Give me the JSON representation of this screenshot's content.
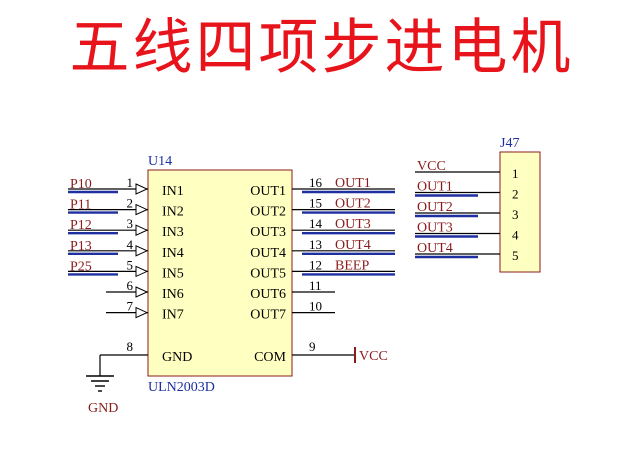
{
  "title": "五线四项步进电机",
  "colors": {
    "title": "#e8141c",
    "net_label": "#8b1a1a",
    "designator": "#1e2fa0",
    "wire": "#1e2fa0",
    "body_fill": "#ffffc2",
    "body_stroke": "#8b1a1a",
    "pin_text": "#000000"
  },
  "u14": {
    "designator": "U14",
    "part": "ULN2003D",
    "left_pins": [
      {
        "num": "1",
        "name": "IN1",
        "net": "P10"
      },
      {
        "num": "2",
        "name": "IN2",
        "net": "P11"
      },
      {
        "num": "3",
        "name": "IN3",
        "net": "P12"
      },
      {
        "num": "4",
        "name": "IN4",
        "net": "P13"
      },
      {
        "num": "5",
        "name": "IN5",
        "net": "P25"
      },
      {
        "num": "6",
        "name": "IN6",
        "net": ""
      },
      {
        "num": "7",
        "name": "IN7",
        "net": ""
      }
    ],
    "right_pins": [
      {
        "num": "16",
        "name": "OUT1",
        "net": "OUT1"
      },
      {
        "num": "15",
        "name": "OUT2",
        "net": "OUT2"
      },
      {
        "num": "14",
        "name": "OUT3",
        "net": "OUT3"
      },
      {
        "num": "13",
        "name": "OUT4",
        "net": "OUT4"
      },
      {
        "num": "12",
        "name": "OUT5",
        "net": "BEEP"
      },
      {
        "num": "11",
        "name": "OUT6",
        "net": ""
      },
      {
        "num": "10",
        "name": "OUT7",
        "net": ""
      }
    ],
    "gnd_pin": {
      "num": "8",
      "name": "GND"
    },
    "com_pin": {
      "num": "9",
      "name": "COM"
    },
    "gnd_label": "GND",
    "vcc_label": "VCC"
  },
  "j47": {
    "designator": "J47",
    "pins": [
      {
        "num": "1",
        "net": "VCC"
      },
      {
        "num": "2",
        "net": "OUT1"
      },
      {
        "num": "3",
        "net": "OUT2"
      },
      {
        "num": "4",
        "net": "OUT3"
      },
      {
        "num": "5",
        "net": "OUT4"
      }
    ]
  }
}
